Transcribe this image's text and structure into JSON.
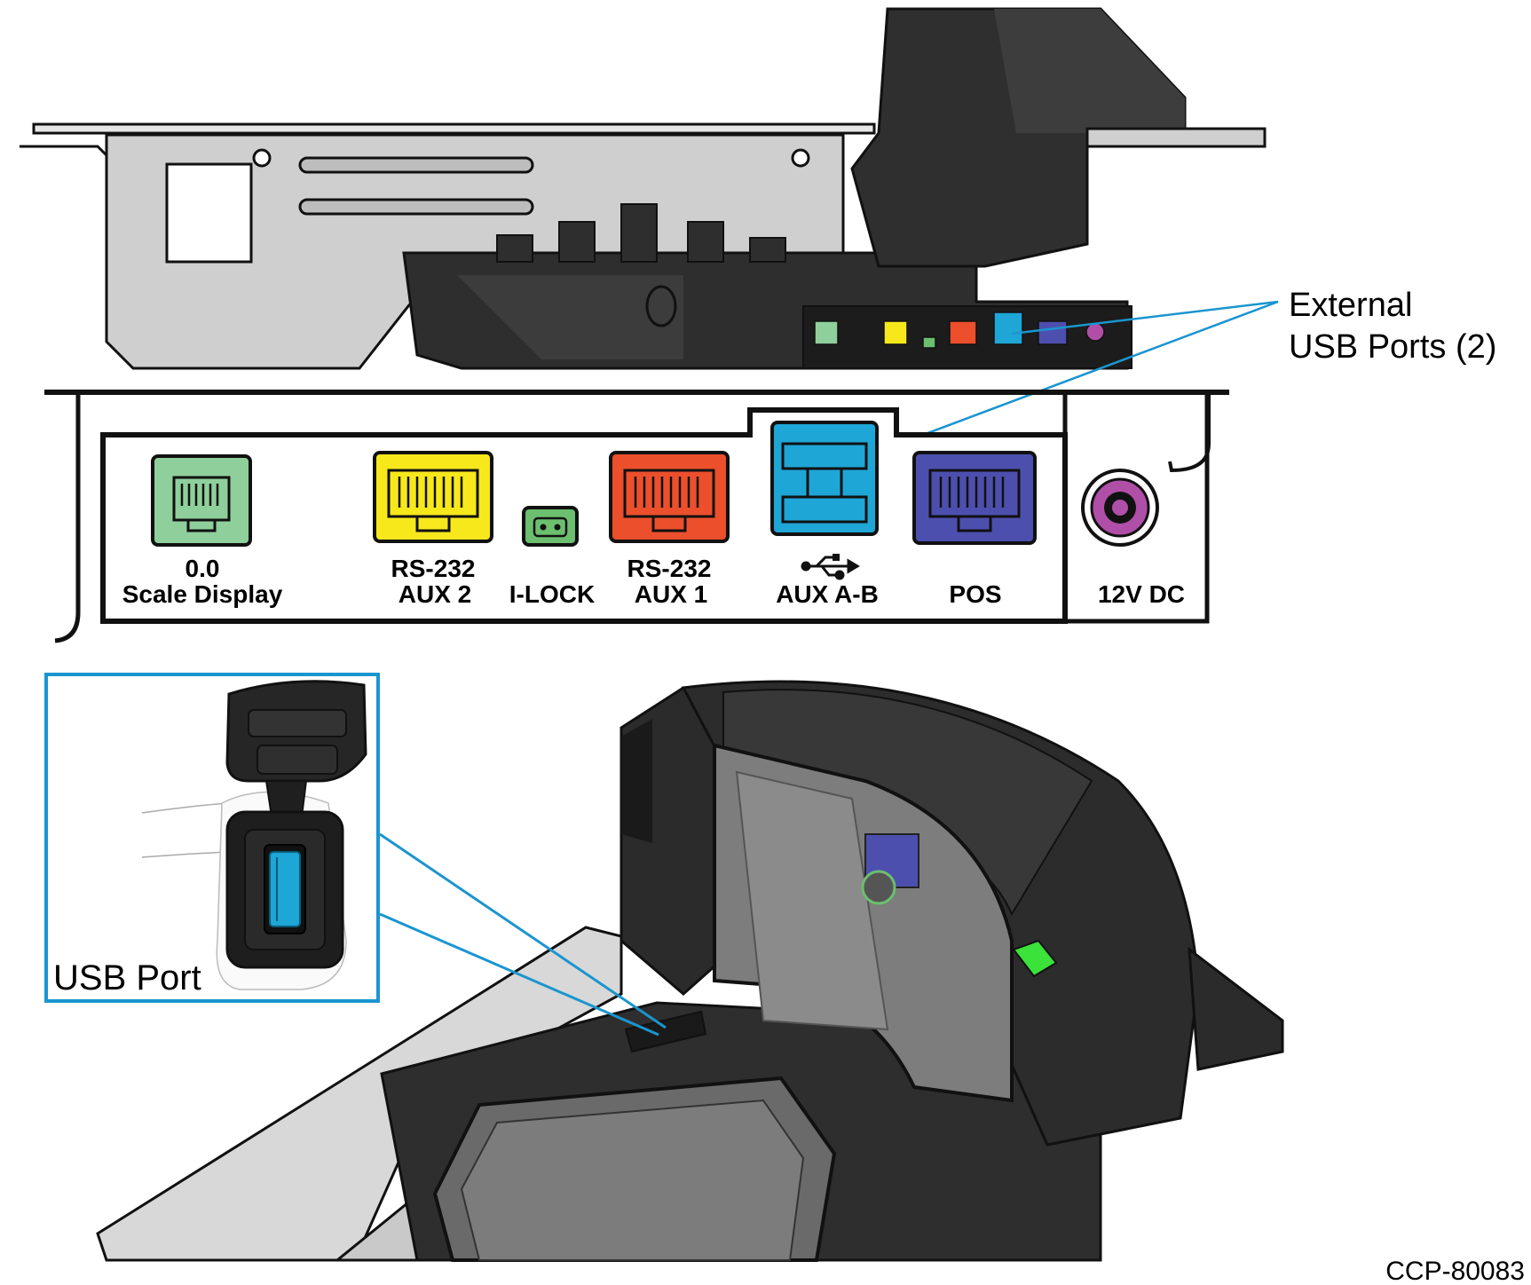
{
  "callout_external": {
    "line1": "External",
    "line2": "USB Ports (2)"
  },
  "ports": [
    {
      "id": "scale",
      "line1": "0.0",
      "line2": "Scale Display",
      "color": "#8fcf9b"
    },
    {
      "id": "rs232-aux2",
      "line1": "RS-232",
      "line2": "AUX 2",
      "color": "#f7e81c"
    },
    {
      "id": "ilock",
      "line1": "",
      "line2": "I-LOCK",
      "color": "#6bbf6e"
    },
    {
      "id": "rs232-aux1",
      "line1": "RS-232",
      "line2": "AUX 1",
      "color": "#ec4f2c"
    },
    {
      "id": "aux-ab",
      "line1": "usb-symbol-icon",
      "line2": "AUX A-B",
      "color": "#1ea6d6"
    },
    {
      "id": "pos",
      "line1": "",
      "line2": "POS",
      "color": "#4d4fae"
    },
    {
      "id": "dc",
      "line1": "",
      "line2": "12V DC",
      "color": "#b04fa8"
    }
  ],
  "inset": {
    "label": "USB Port",
    "border_color": "#1b95cf"
  },
  "figure_id": "CCP-80083",
  "colors": {
    "callout_line": "#1b95cf",
    "device_dark": "#2b2b2b",
    "device_mid": "#3a3a3a",
    "metal": "#cfcfcf"
  }
}
